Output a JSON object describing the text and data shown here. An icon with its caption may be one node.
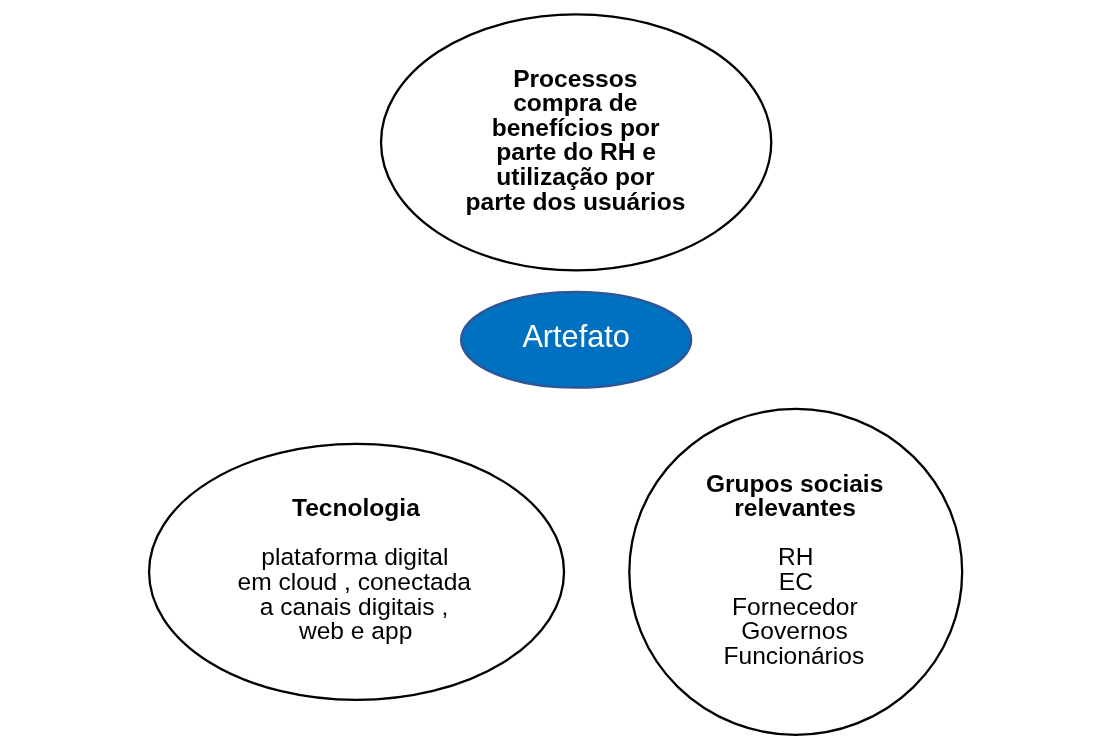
{
  "diagram": {
    "nodes": [
      {
        "text": [
          "Processos",
          "compra de benefícios por parte do RH e utilização por parte dos usuários"
        ]
      },
      {
        "text": [
          "Artefato"
        ]
      },
      {
        "text": [
          "Tecnologia",
          "plataforma digital em cloud , conectada a canais digitais , web e app"
        ]
      },
      {
        "text": [
          "Grupos sociais relevantes",
          "RH",
          "EC",
          "Fornecedor",
          "Governos",
          "Funcionários"
        ]
      }
    ]
  }
}
